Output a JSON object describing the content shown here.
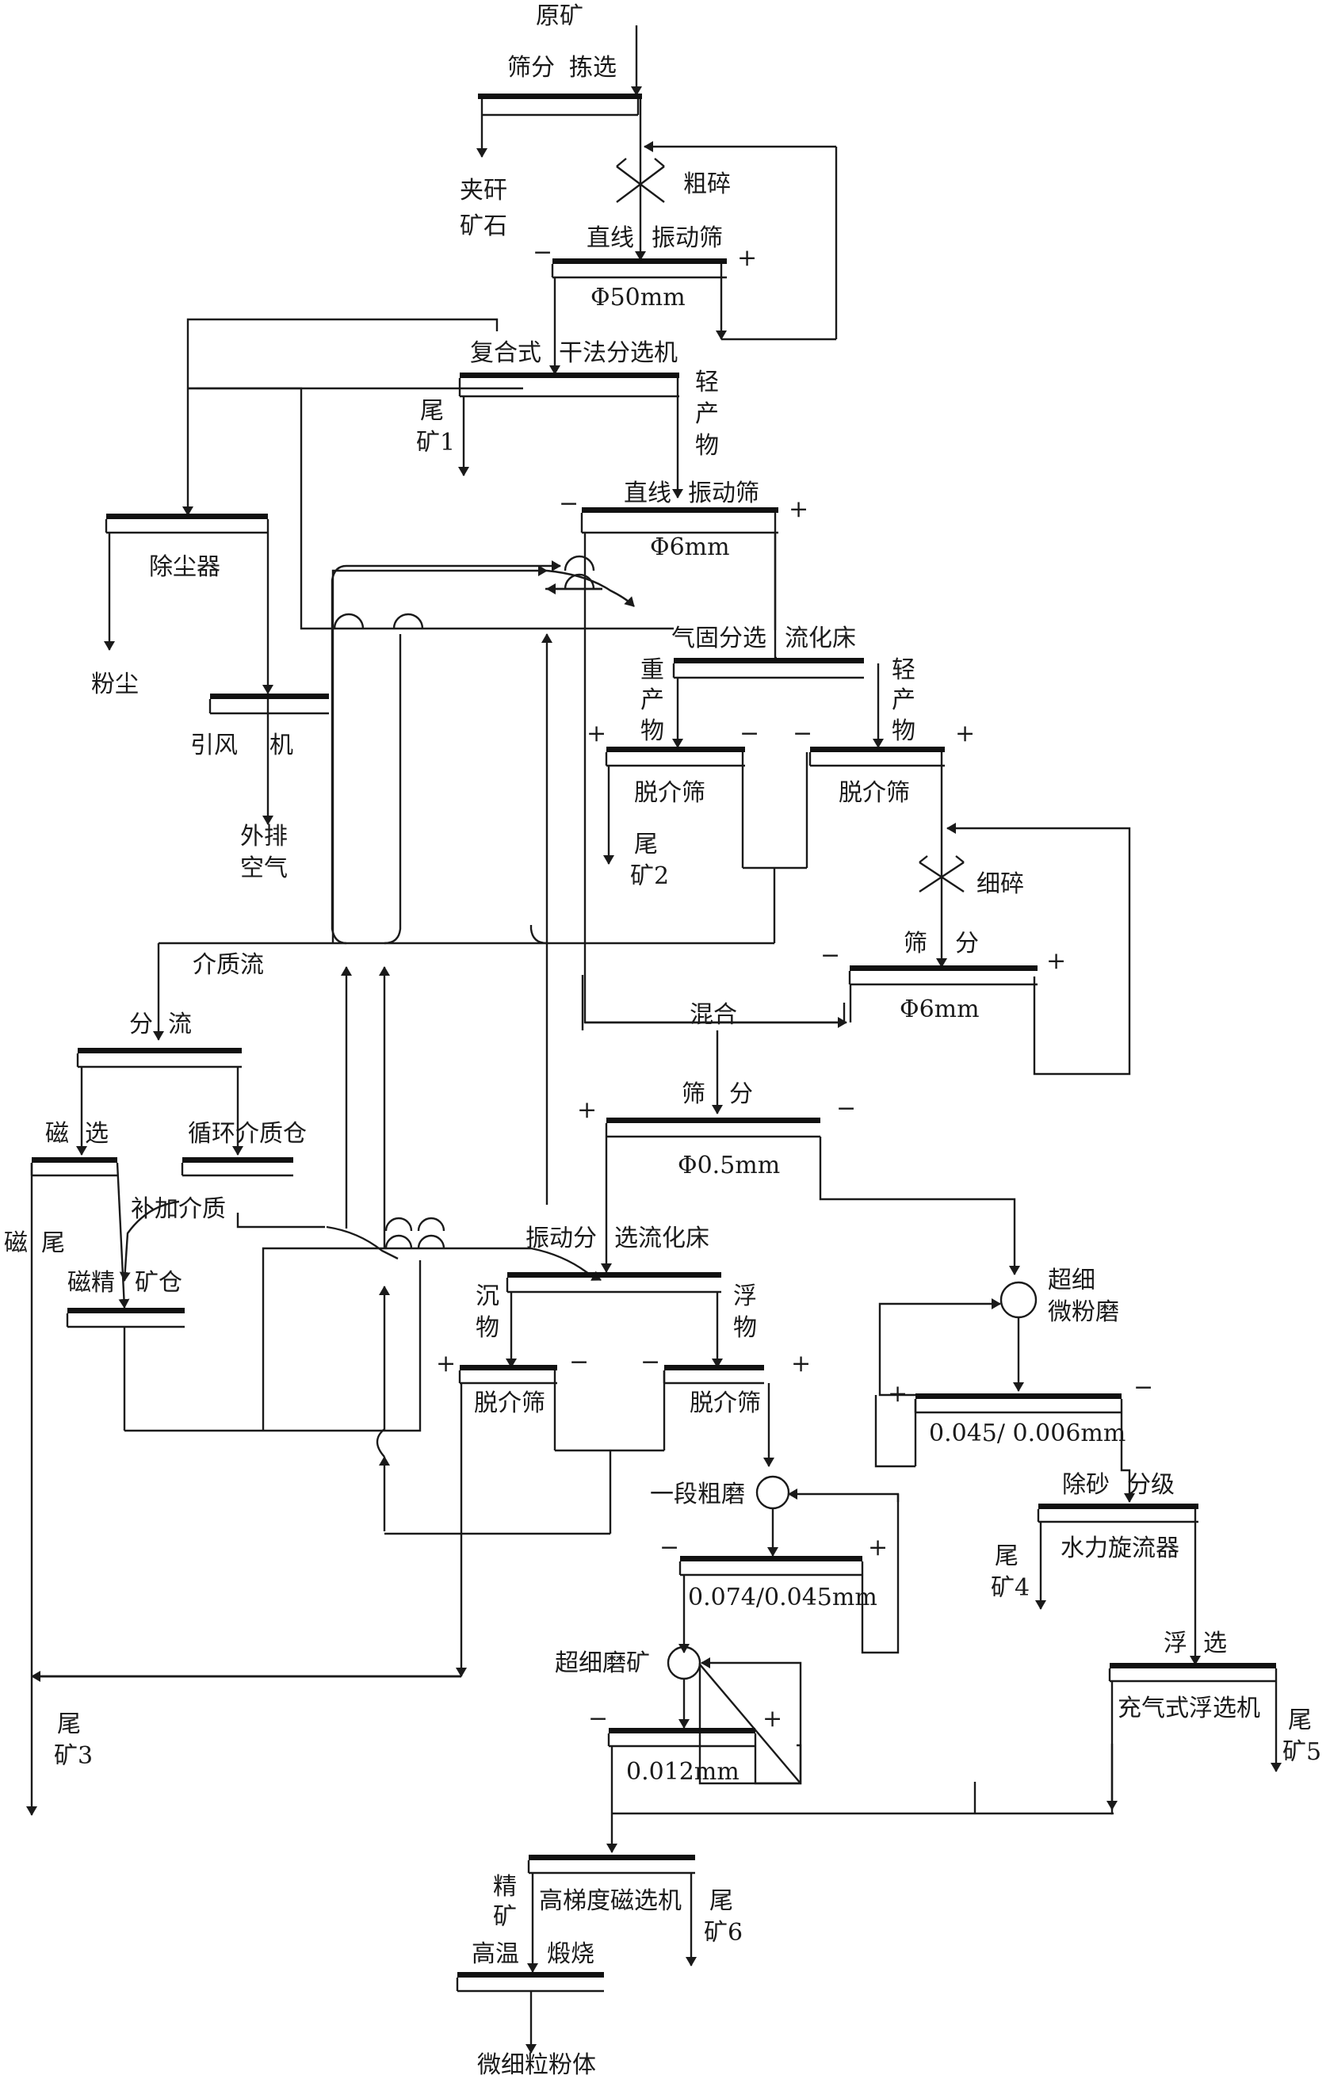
{
  "labels": {
    "raw_ore": "原矿",
    "screen_pick_a": "筛分",
    "screen_pick_b": "拣选",
    "gangue_a": "夹矸",
    "gangue_b": "矿石",
    "coarse_crush": "粗碎",
    "linear_screen1_a": "直线",
    "linear_screen1_b": "振动筛",
    "phi50": "Φ50mm",
    "composite_dry_a": "复合式",
    "composite_dry_b": "干法分选机",
    "tail1_a": "尾",
    "tail1_b": "矿1",
    "light_v": [
      "轻",
      "产",
      "物"
    ],
    "linear_screen2_a": "直线",
    "linear_screen2_b": "振动筛",
    "phi6_top": "Φ6mm",
    "dust_collector": "除尘器",
    "dust": "粉尘",
    "fan_a": "引风",
    "fan_b": "机",
    "exhaust_a": "外排",
    "exhaust_b": "空气",
    "gas_solid_a": "气固分选",
    "gas_solid_b": "流化床",
    "heavy_v": [
      "重",
      "产",
      "物"
    ],
    "light2_v": [
      "轻",
      "产",
      "物"
    ],
    "demedium1": "脱介筛",
    "demedium2": "脱介筛",
    "tail2_a": "尾",
    "tail2_b": "矿2",
    "fine_crush": "细碎",
    "screen_a": "筛",
    "screen_b": "分",
    "phi6_mid": "Φ6mm",
    "medium_flow": "介质流",
    "split_a": "分",
    "split_b": "流",
    "mixing": "混合",
    "screen2_a": "筛",
    "screen2_b": "分",
    "phi05": "Φ0.5mm",
    "magsep_a": "磁",
    "magsep_b": "选",
    "circ_medium": "循环介质仓",
    "add_medium": "补加介质",
    "mag_tail_a": "磁",
    "mag_tail_b": "尾",
    "mag_conc_a": "磁精",
    "mag_conc_b": "矿仓",
    "vib_fluid_a": "振动分",
    "vib_fluid_b": "选流化床",
    "sink_v": [
      "沉",
      "物"
    ],
    "float_v": [
      "浮",
      "物"
    ],
    "demedium3": "脱介筛",
    "demedium4": "脱介筛",
    "ultrafine_mill_a": "超细",
    "ultrafine_mill_b": "微粉磨",
    "size_0045": "0.045/ 0.006mm",
    "stage1_mill": "一段粗磨",
    "size_0074": "0.074/0.045mm",
    "desand_a": "除砂",
    "desand_b": "分级",
    "hydrocyclone": "水力旋流器",
    "tail4_a": "尾",
    "tail4_b": "矿4",
    "ultrafine_grind": "超细磨矿",
    "size_0012": "0.012mm",
    "flot_a": "浮",
    "flot_b": "选",
    "flot_machine": "充气式浮选机",
    "tail5_a": "尾",
    "tail5_b": "矿5",
    "tail3_a": "尾",
    "tail3_b": "矿3",
    "conc_a": "精",
    "conc_b": "矿",
    "hgms": "高梯度磁选机",
    "tail6_a": "尾",
    "tail6_b": "矿6",
    "calcine_a": "高温",
    "calcine_b": "煅烧",
    "product": "微细粒粉体"
  },
  "signs": {
    "plus": "+",
    "minus": "−"
  }
}
